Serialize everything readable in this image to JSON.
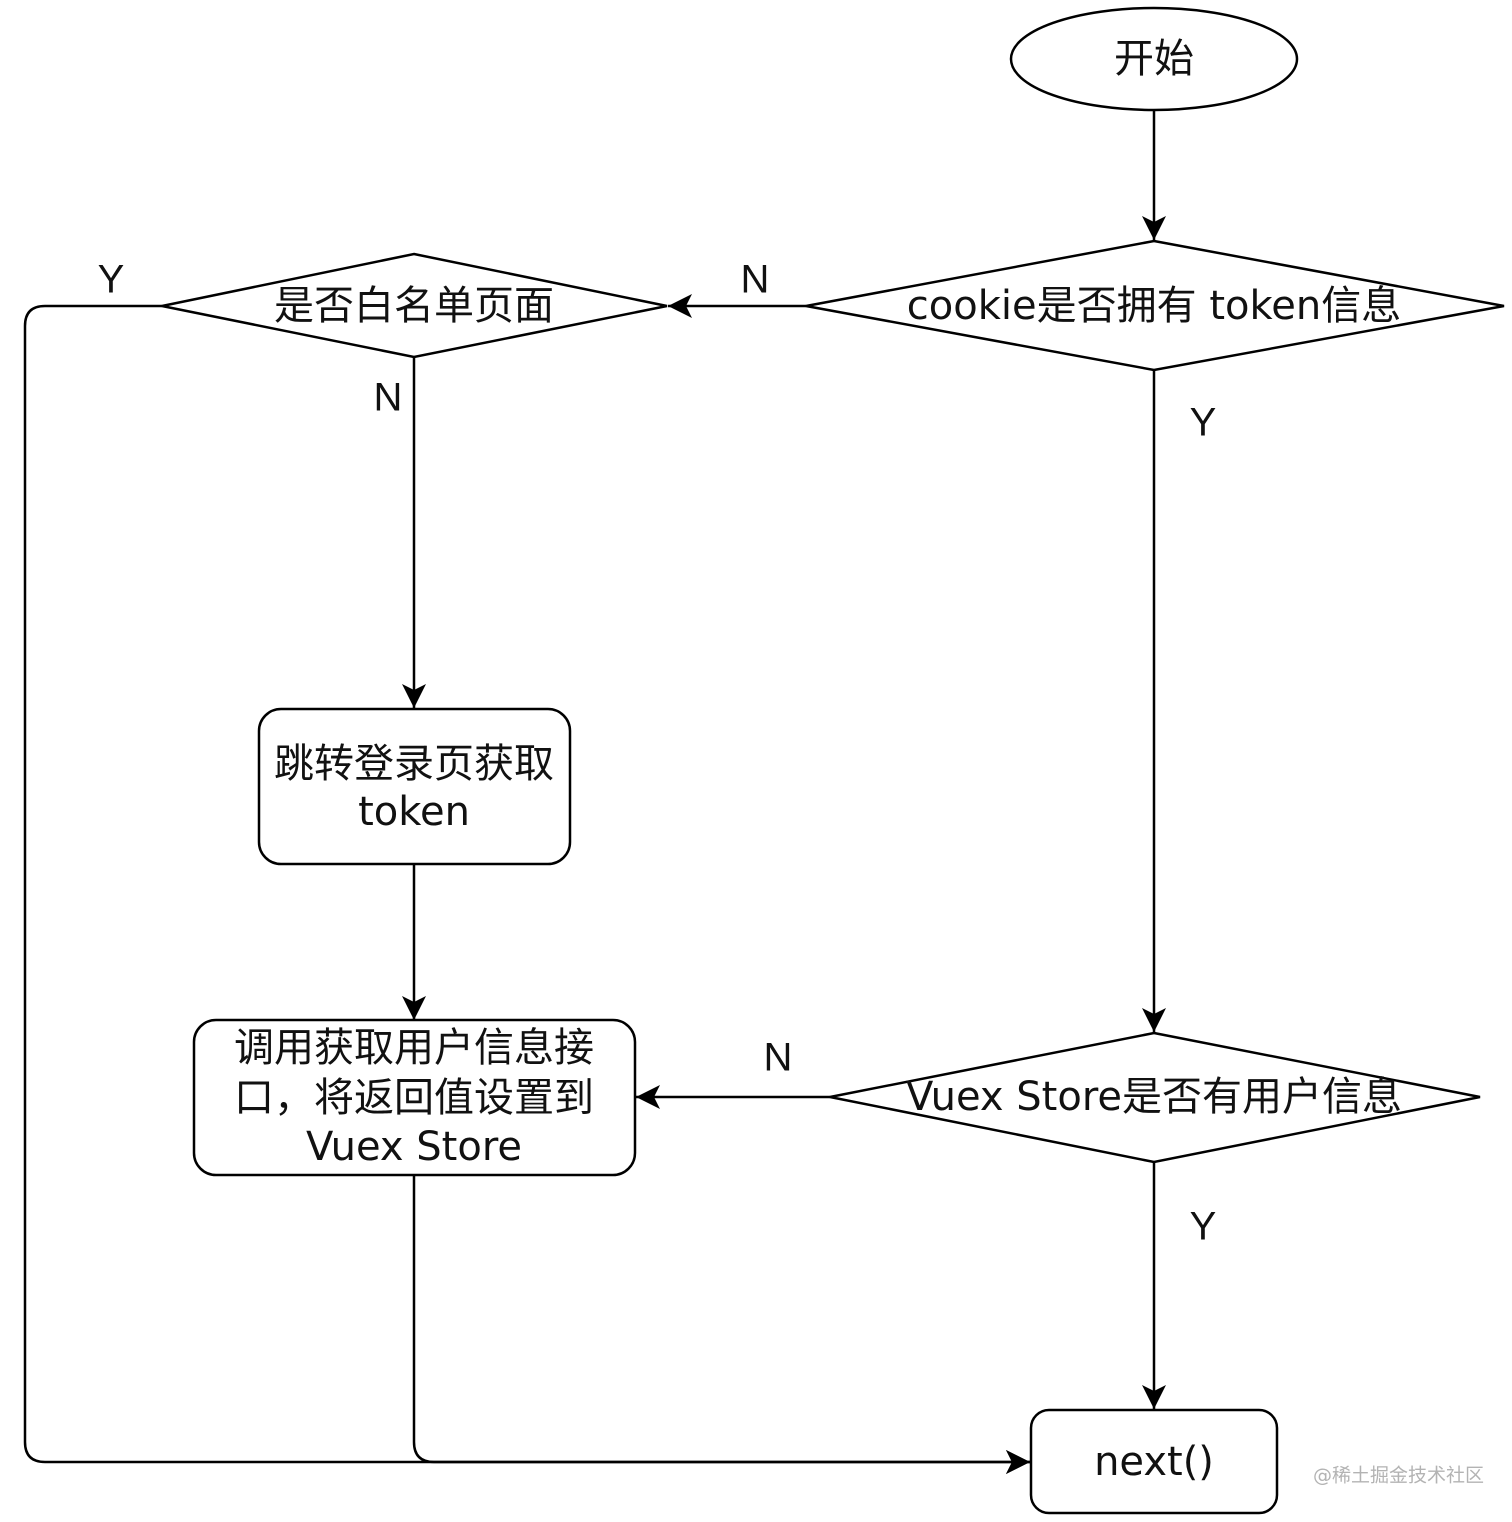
{
  "nodes": {
    "start": "开始",
    "has_token": "cookie是否拥有 token信息",
    "whitelist": "是否白名单页面",
    "login": [
      "跳转登录页获取",
      "token"
    ],
    "fetch_user": [
      "调用获取用户信息接",
      "口，将返回值设置到",
      "Vuex Store"
    ],
    "store_has_user": "Vuex Store是否有用户信息",
    "next": "next()"
  },
  "edge_labels": {
    "token_no": "N",
    "token_yes": "Y",
    "whitelist_yes": "Y",
    "whitelist_no": "N",
    "store_no": "N",
    "store_yes": "Y"
  },
  "watermark": "@稀土掘金技术社区",
  "colors": {
    "stroke": "#000000",
    "text": "#111111",
    "watermark": "#b3b3b3",
    "background": "#ffffff"
  }
}
